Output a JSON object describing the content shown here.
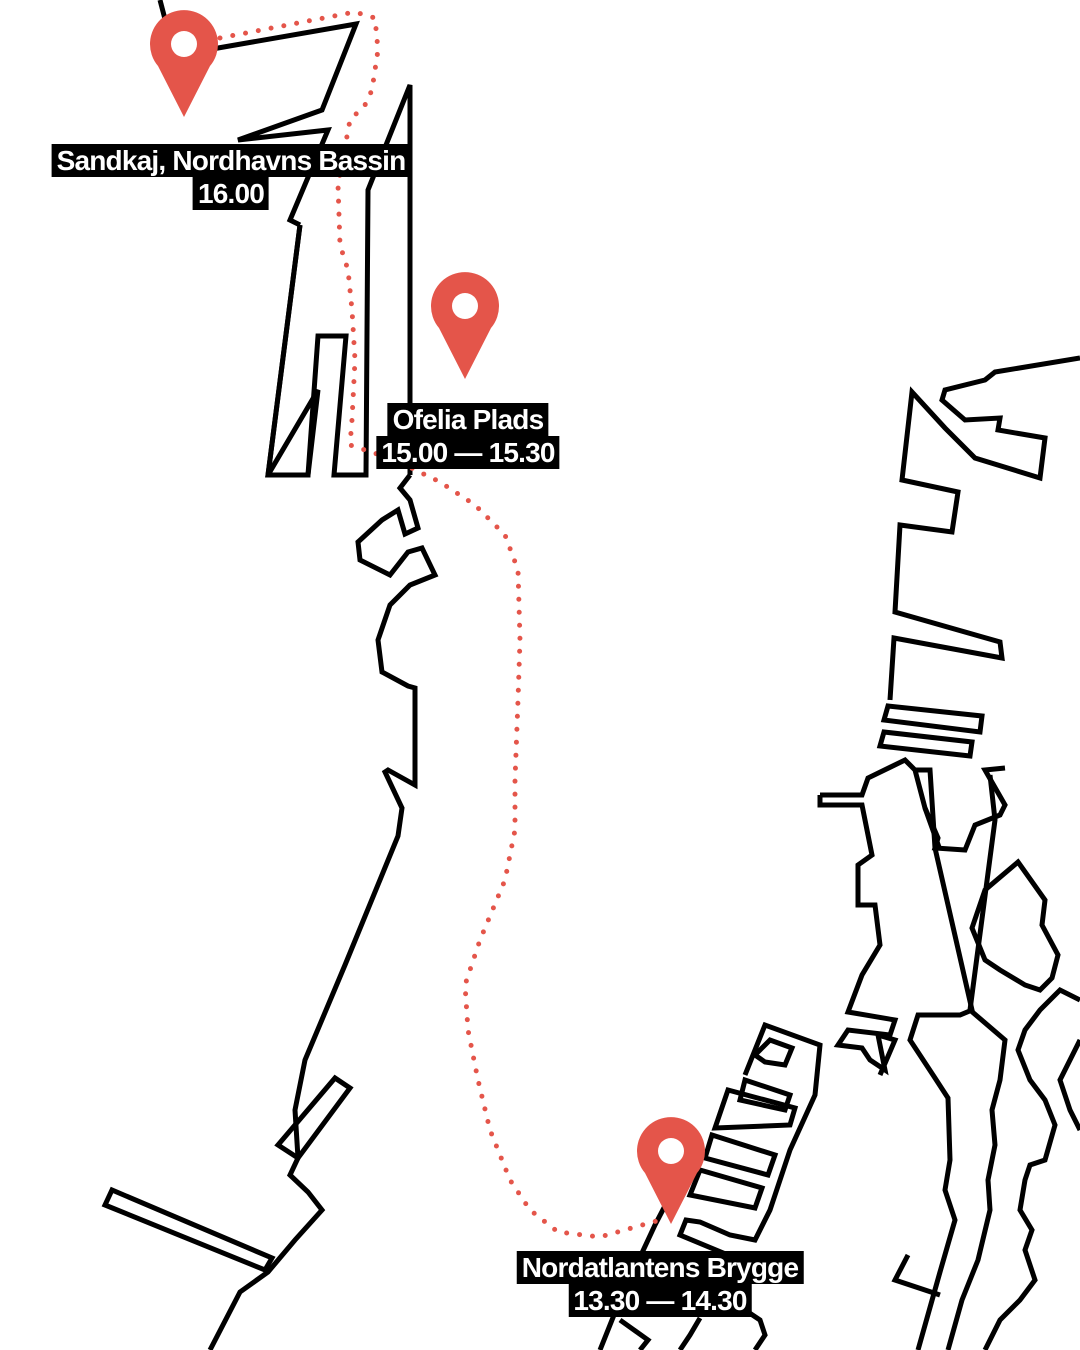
{
  "colors": {
    "route": "#e4554a",
    "pin": "#e4554a",
    "coastline": "#000000",
    "water": "#ffffff",
    "label_bg": "#000000",
    "label_text": "#ffffff"
  },
  "stops": [
    {
      "name": "Sandkaj, Nordhavns Bassin",
      "time": "16.00",
      "icon": "map-pin-icon"
    },
    {
      "name": "Ofelia Plads",
      "time": "15.00 — 15.30",
      "icon": "map-pin-icon"
    },
    {
      "name": "Nordatlantens Brygge",
      "time": "13.30 — 14.30",
      "icon": "map-pin-icon"
    }
  ]
}
